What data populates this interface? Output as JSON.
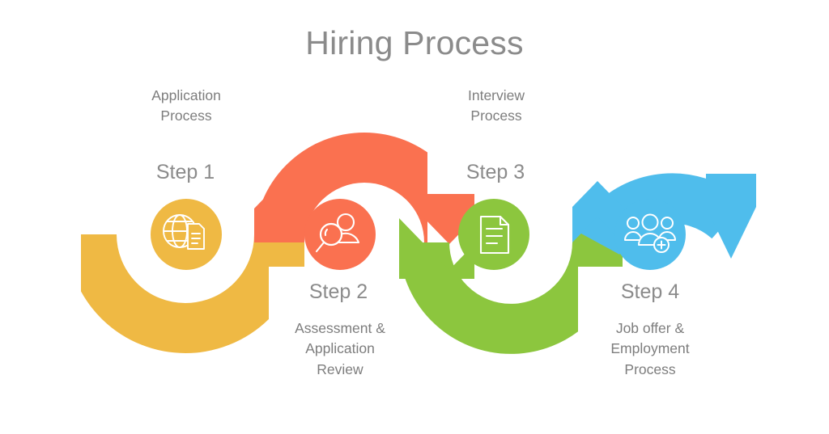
{
  "title": "Hiring Process",
  "colors": {
    "yellow": "#EFB944",
    "orange": "#FA7150",
    "green": "#8CC63E",
    "blue": "#4FBDEC",
    "text_gray": "#8b8b8b",
    "desc_gray": "#7d7d7d",
    "background": "#FFFFFF",
    "icon": "#FFFFFF"
  },
  "steps": [
    {
      "label": "Step 1",
      "description": "Application\nProcess",
      "description_lines": [
        "Application",
        "Process"
      ],
      "color": "#EFB944",
      "icon": "globe-document-icon",
      "description_position": "above"
    },
    {
      "label": "Step 2",
      "description": "Assessment &\nApplication\nReview",
      "description_lines": [
        "Assessment &",
        "Application",
        "Review"
      ],
      "color": "#FA7150",
      "icon": "magnifier-person-icon",
      "description_position": "below"
    },
    {
      "label": "Step 3",
      "description": "Interview\nProcess",
      "description_lines": [
        "Interview",
        "Process"
      ],
      "color": "#8CC63E",
      "icon": "document-icon",
      "description_position": "above"
    },
    {
      "label": "Step 4",
      "description": "Job offer &\nEmployment\nProcess",
      "description_lines": [
        "Job offer &",
        "Employment",
        "Process"
      ],
      "color": "#4FBDEC",
      "icon": "add-people-icon",
      "description_position": "below"
    }
  ]
}
